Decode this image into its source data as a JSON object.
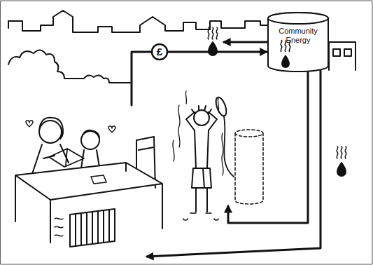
{
  "diagram": {
    "nodes": [
      {
        "text": [
          "Community Energy"
        ]
      },
      {
        "text": [
          "£"
        ]
      }
    ],
    "edges": [
      {
        "from": 1,
        "to": 0,
        "arrow": "to"
      }
    ]
  }
}
